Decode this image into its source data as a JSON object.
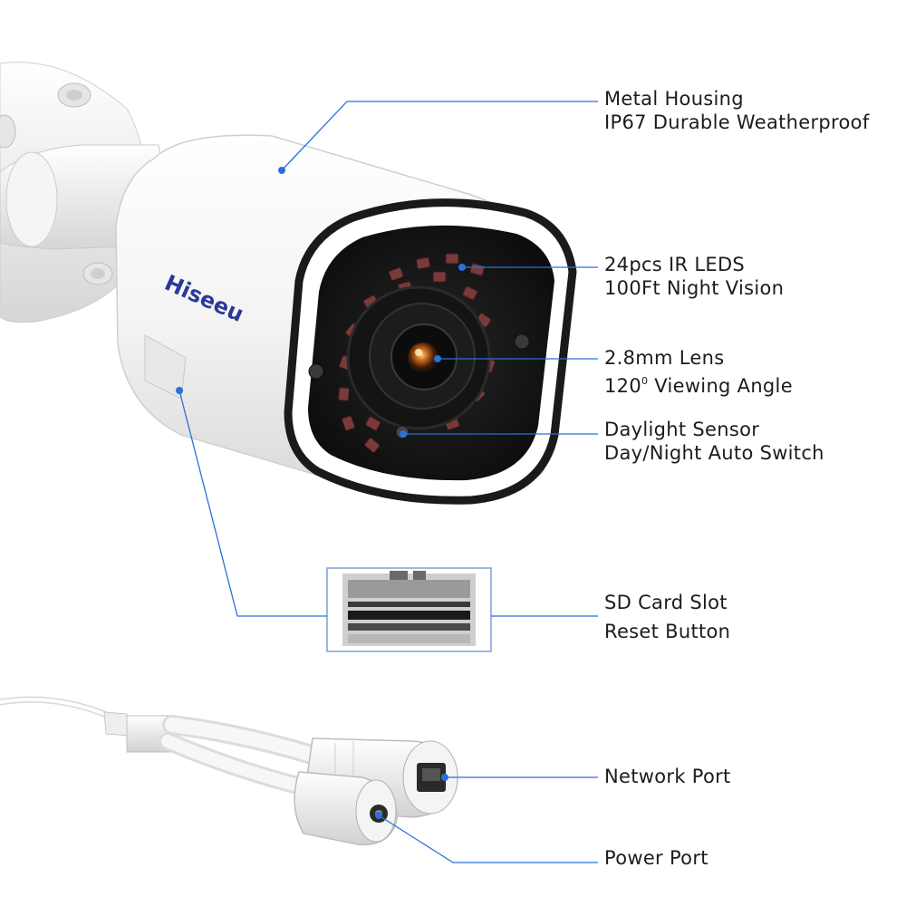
{
  "brand": {
    "logo_text": "Hiseeu"
  },
  "callouts": {
    "housing": {
      "line1": "Metal Housing",
      "line2": "IP67 Durable Weatherproof"
    },
    "ir": {
      "line1": "24pcs IR LEDS",
      "line2": "100Ft Night Vision"
    },
    "lens": {
      "line1": "2.8mm Lens",
      "line2_prefix": "120",
      "line2_sup": "0",
      "line2_suffix": " Viewing Angle"
    },
    "sensor": {
      "line1": "Daylight Sensor",
      "line2": "Day/Night Auto Switch"
    },
    "sd": {
      "line1": "SD Card Slot",
      "line2": "Reset Button"
    },
    "network": {
      "line1": "Network Port"
    },
    "power": {
      "line1": "Power Port"
    }
  },
  "colors": {
    "leader_line": "#2a6fdb",
    "text": "#1c1c1c",
    "housing": "#f2f2f2",
    "bezel": "#1a1a1a"
  }
}
